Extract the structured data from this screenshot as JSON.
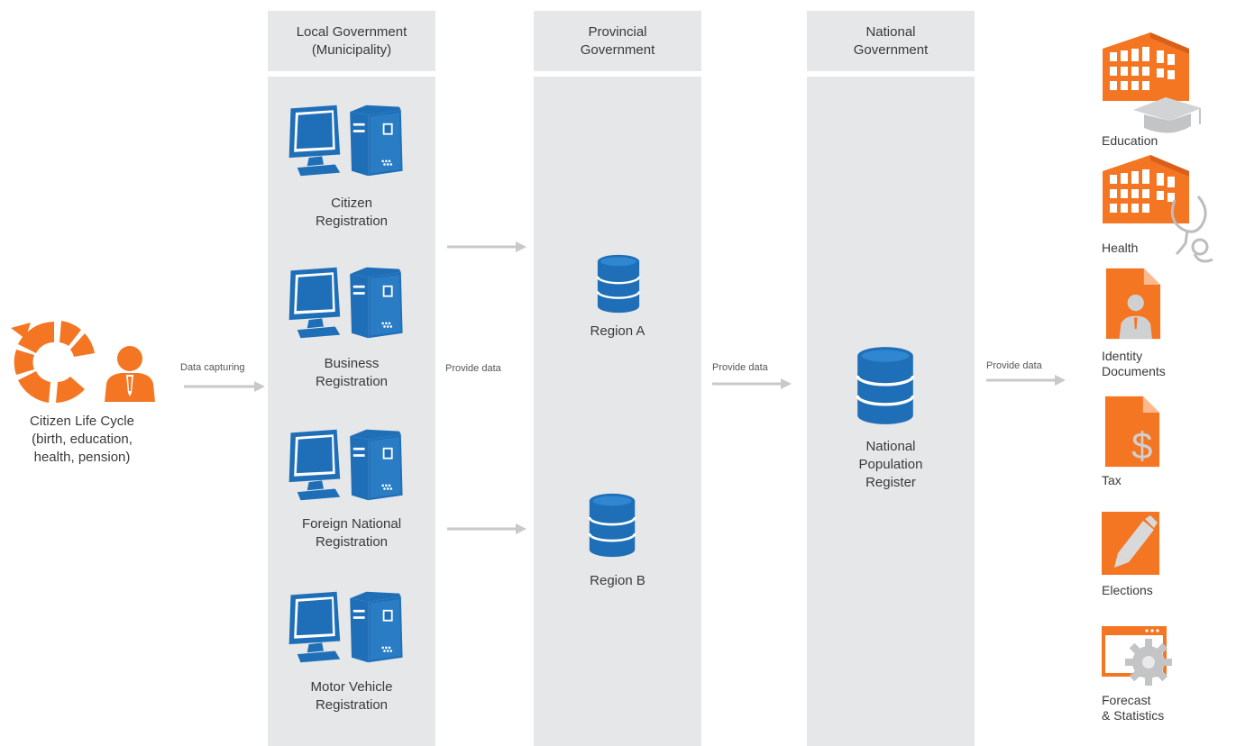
{
  "source": {
    "label": "Citizen Life Cycle\n(birth, education,\nhealth, pension)"
  },
  "flows": {
    "data_capturing": "Data capturing",
    "provide_data_1": "Provide data",
    "provide_data_2": "Provide data",
    "provide_data_3": "Provide data"
  },
  "columns": {
    "local": {
      "title": "Local Government\n(Municipality)",
      "items": [
        {
          "label": "Citizen\nRegistration",
          "icon": "computer-icon"
        },
        {
          "label": "Business\nRegistration",
          "icon": "computer-icon"
        },
        {
          "label": "Foreign National\nRegistration",
          "icon": "computer-icon"
        },
        {
          "label": "Motor Vehicle\nRegistration",
          "icon": "computer-icon"
        }
      ]
    },
    "provincial": {
      "title": "Provincial\nGovernment",
      "items": [
        {
          "label": "Region A",
          "icon": "database-icon"
        },
        {
          "label": "Region B",
          "icon": "database-icon"
        }
      ]
    },
    "national": {
      "title": "National\nGovernment",
      "items": [
        {
          "label": "National\nPopulation\nRegister",
          "icon": "database-icon"
        }
      ]
    }
  },
  "services": [
    {
      "label": "Education",
      "icon": "school-building-icon"
    },
    {
      "label": "Health",
      "icon": "hospital-building-icon"
    },
    {
      "label": "Identity\nDocuments",
      "icon": "identity-document-icon"
    },
    {
      "label": "Tax",
      "icon": "tax-document-icon"
    },
    {
      "label": "Elections",
      "icon": "pencil-icon"
    },
    {
      "label": "Forecast\n& Statistics",
      "icon": "gear-window-icon"
    }
  ],
  "colors": {
    "orange": "#f47623",
    "blue": "#1e6fb8",
    "panel": "#e6e7e8",
    "arrow": "#c8c9ca"
  }
}
